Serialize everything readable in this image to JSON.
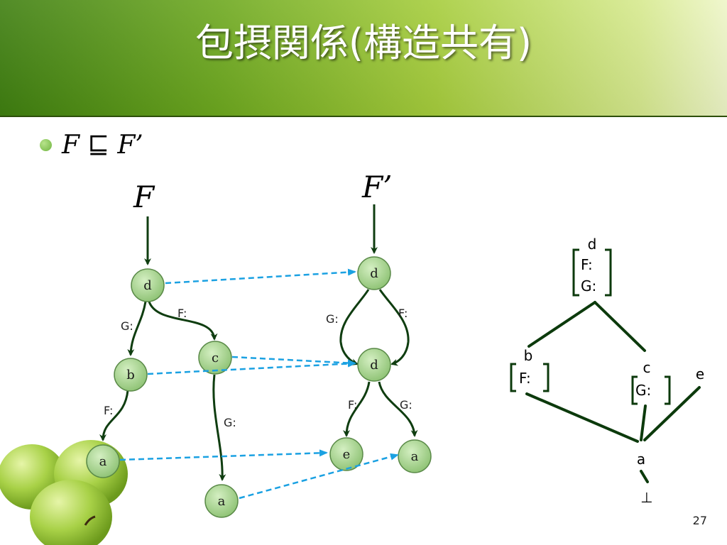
{
  "slide": {
    "title": "包摂関係(構造共有)",
    "bullet": "F ⊑ F’",
    "page_number": "27"
  },
  "graph_F": {
    "root_label": "F",
    "nodes": {
      "d": "d",
      "b": "b",
      "c": "c",
      "a1": "a",
      "a2": "a"
    },
    "edges": {
      "d_b": "G:",
      "d_c": "F:",
      "b_a1": "F:",
      "c_a2": "G:"
    }
  },
  "graph_F2": {
    "root_label": "F’",
    "nodes": {
      "d1": "d",
      "d2": "d",
      "e": "e",
      "a": "a"
    },
    "edges": {
      "d1_left": "G:",
      "d1_right": "F:",
      "d2_e": "F:",
      "d2_a": "G:"
    }
  },
  "lattice": {
    "top": {
      "name": "d",
      "f1": "F:",
      "f2": "G:"
    },
    "left": {
      "name": "b",
      "f1": "F:"
    },
    "mid": {
      "name": "c",
      "f1": "G:"
    },
    "right": {
      "name": "e"
    },
    "bottom": "a",
    "bottom_symbol": "⊥"
  },
  "colors": {
    "node_fill": "#a9d692",
    "edge_dark": "#0f3d10",
    "mapping_dash": "#1ba1e2",
    "lattice_line": "#0c3a0c"
  }
}
